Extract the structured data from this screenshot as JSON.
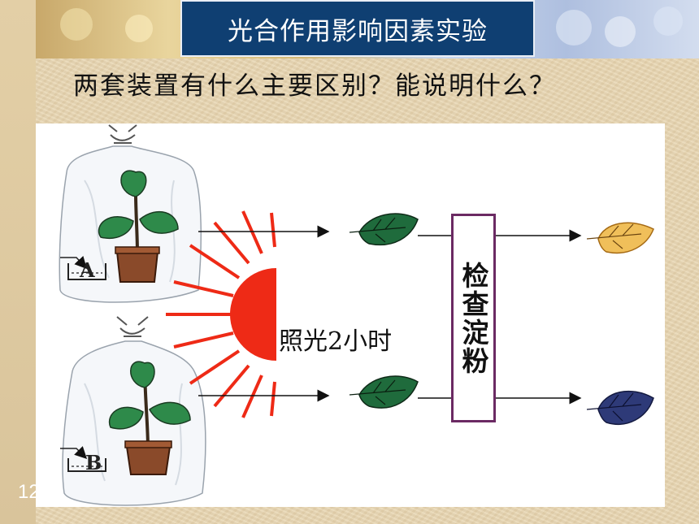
{
  "slide": {
    "title": "光合作用影响因素实验",
    "question": "两套装置有什么主要区别？能说明什么？",
    "page_number": "12"
  },
  "diagram": {
    "sun_caption": "照光2小时",
    "check_box_label": "检查淀粉",
    "label_a": "A",
    "label_b": "B",
    "colors": {
      "title_bg": "#0f3f72",
      "sun": "#ee2a16",
      "leaf_green": "#1f6b3c",
      "leaf_yellow": "#f0bf5a",
      "leaf_blue": "#2e3a78",
      "box_border": "#6b2a63"
    }
  }
}
